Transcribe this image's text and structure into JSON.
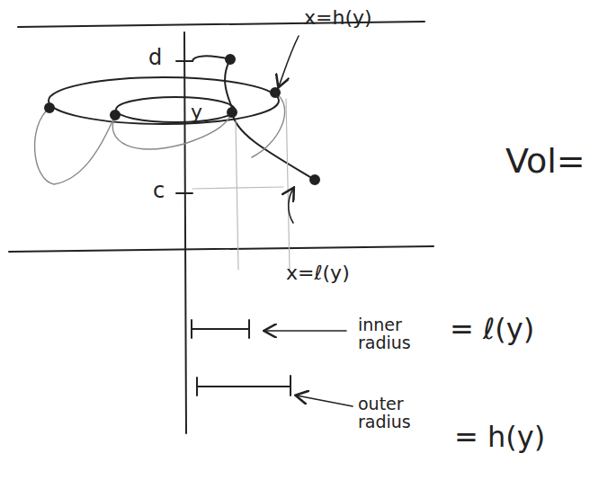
{
  "diagram": {
    "labels": [
      "d",
      "y",
      "c",
      "x=h(y)",
      "x=ℓ(y)",
      "Vol=",
      "inner radius",
      "= ℓ(y)",
      "outer radius",
      "= h(y)"
    ]
  }
}
